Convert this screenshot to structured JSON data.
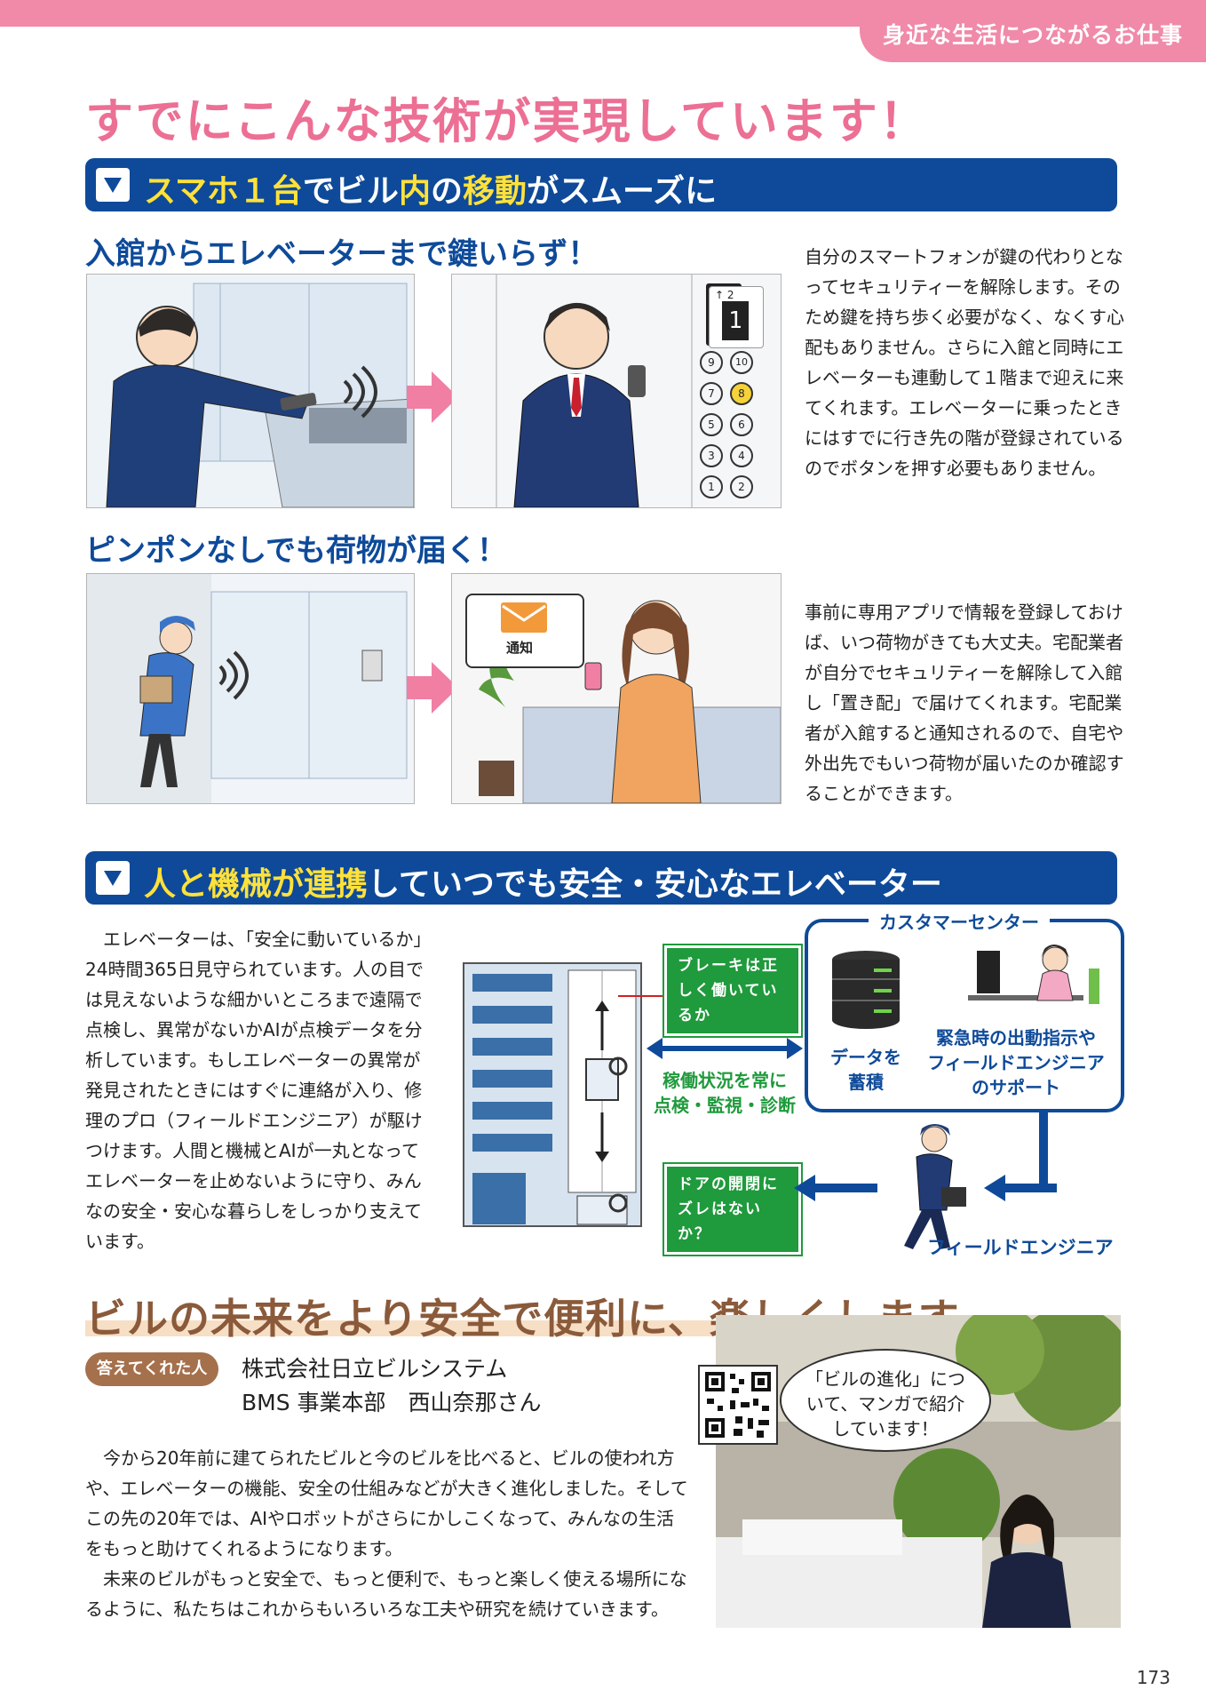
{
  "header": {
    "corner_label": "身近な生活につながるお仕事",
    "main_title": "すでにこんな技術が実現しています！"
  },
  "section1": {
    "bar_title_highlight_1": "スマホ１台",
    "bar_title_plain_1": "でビル",
    "bar_title_highlight_2": "内",
    "bar_title_plain_2": "の",
    "bar_title_highlight_3": "移動",
    "bar_title_plain_3": "がスムーズに",
    "sub1_title": "入館からエレベーターまで鍵いらず！",
    "sub1_text": "自分のスマートフォンが鍵の代わりとなってセキュリティーを解除します。そのため鍵を持ち歩く必要がなく、なくす心配もありません。さらに入館と同時にエレベーターも連動して１階まで迎えに来てくれます。エレベーターに乗ったときにはすでに行き先の階が登録されているのでボタンを押す必要もありません。",
    "elevator_floor_display": "1",
    "elevator_floor_top": "2",
    "elevator_buttons": [
      "9",
      "10",
      "7",
      "8",
      "5",
      "6",
      "3",
      "4",
      "1",
      "2"
    ],
    "sub2_title": "ピンポンなしでも荷物が届く！",
    "notify_label": "通知",
    "sub2_text": "事前に専用アプリで情報を登録しておけば、いつ荷物がきても大丈夫。宅配業者が自分でセキュリティーを解除して入館し「置き配」で届けてくれます。宅配業者が入館すると通知されるので、自宅や外出先でもいつ荷物が届いたのか確認することができます。"
  },
  "section2": {
    "bar_title_highlight": "人と機械が連携",
    "bar_title_plain": "していつでも安全・安心なエレベーター",
    "body_text": "　エレベーターは、「安全に動いているか」24時間365日見守られています。人の目では見えないような細かいところまで遠隔で点検し、異常がないかAIが点検データを分析しています。もしエレベーターの異常が発見されたときにはすぐに連絡が入り、修理のプロ（フィールドエンジニア）が駆けつけます。人間と機械とAIが一丸となってエレベーターを止めないように守り、みんなの安全・安心な暮らしをしっかり支えています。",
    "check1": "ブレーキは正しく働いているか",
    "check2": "ドアの開閉にズレはないか？",
    "monitor_line1": "稼働状況を常に",
    "monitor_line2": "点検・監視・診断",
    "customer_center": "カスタマーセンター",
    "data_store_line1": "データを",
    "data_store_line2": "蓄積",
    "support_line1": "緊急時の出動指示や",
    "support_line2": "フィールドエンジニア",
    "support_line3": "のサポート",
    "field_engineer": "フィールドエンジニア"
  },
  "section3": {
    "title": "ビルの未来をより安全で便利に、楽しくします",
    "badge": "答えてくれた人",
    "company_line1": "株式会社日立ビルシステム",
    "company_line2": "BMS 事業本部　西山奈那さん",
    "body_text_1": "　今から20年前に建てられたビルと今のビルを比べると、ビルの使われ方や、エレベーターの機能、安全の仕組みなどが大きく進化しました。そしてこの先の20年では、AIやロボットがさらにかしこくなって、みんなの生活をもっと助けてくれるようになります。",
    "body_text_2": "　未来のビルがもっと安全で、もっと便利で、もっと楽しく使える場所になるように、私たちはこれからもいろいろな工夫や研究を続けていきます。",
    "bubble_text": "「ビルの進化」について、マンガで紹介しています！"
  },
  "footer": {
    "page_number": "173"
  }
}
